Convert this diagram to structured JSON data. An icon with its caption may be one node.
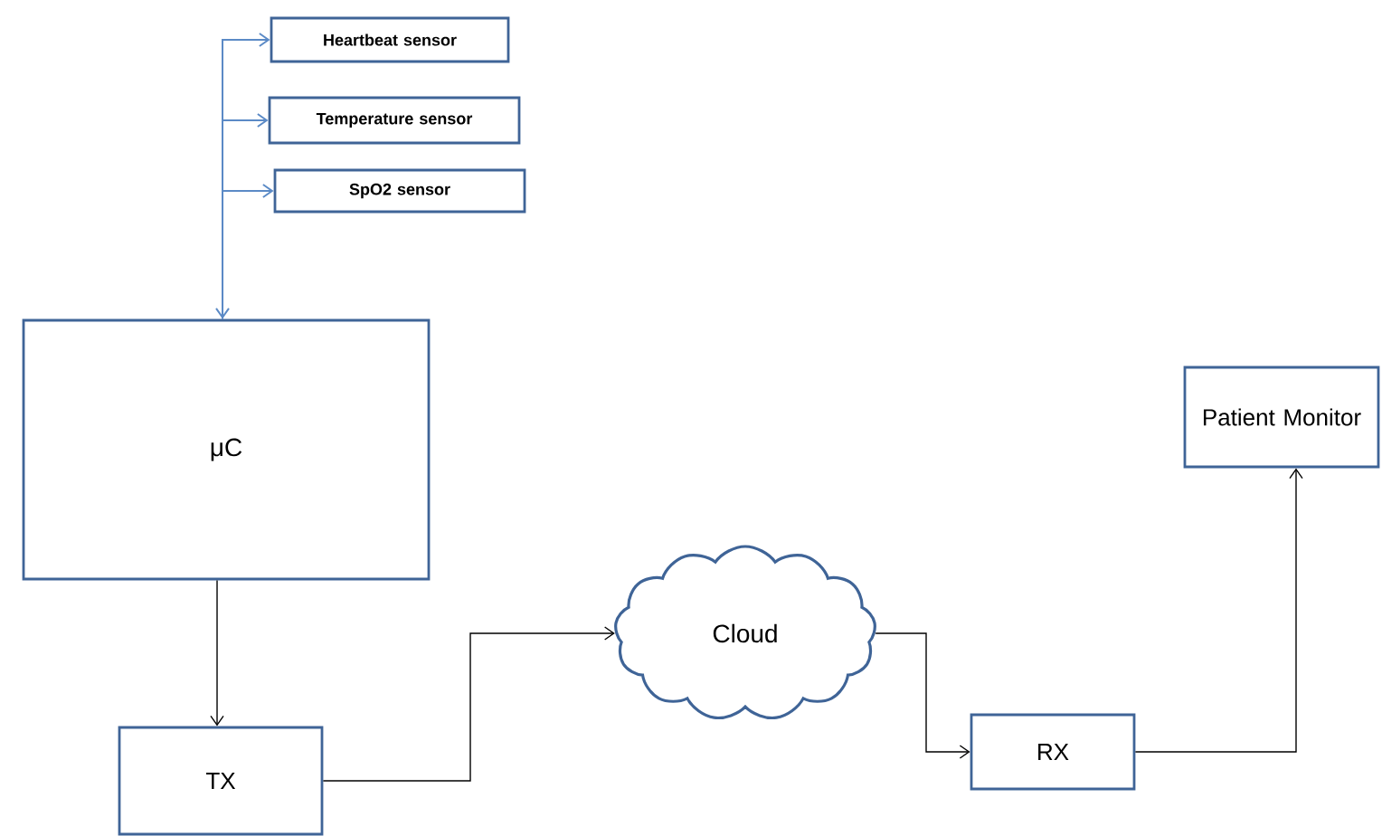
{
  "diagram": {
    "nodes": [
      {
        "text": [
          "Heartbeat sensor"
        ]
      },
      {
        "text": [
          "Temperature sensor"
        ]
      },
      {
        "text": [
          "SpO2 sensor"
        ]
      },
      {
        "text": [
          "μC"
        ]
      },
      {
        "text": [
          "TX"
        ]
      },
      {
        "text": [
          "Cloud"
        ]
      },
      {
        "text": [
          "RX"
        ]
      },
      {
        "text": [
          "Patient Monitor"
        ]
      }
    ],
    "edges": [
      {
        "from": 3,
        "to": 0,
        "arrow": "both",
        "color": "#5b8ac6"
      },
      {
        "from": 3,
        "to": 1,
        "arrow": "to",
        "color": "#5b8ac6"
      },
      {
        "from": 3,
        "to": 2,
        "arrow": "to",
        "color": "#5b8ac6"
      },
      {
        "from": 3,
        "to": 4,
        "arrow": "to"
      },
      {
        "from": 4,
        "to": 5,
        "arrow": "to"
      },
      {
        "from": 5,
        "to": 6,
        "arrow": "to"
      },
      {
        "from": 6,
        "to": 7,
        "arrow": "to"
      }
    ]
  }
}
